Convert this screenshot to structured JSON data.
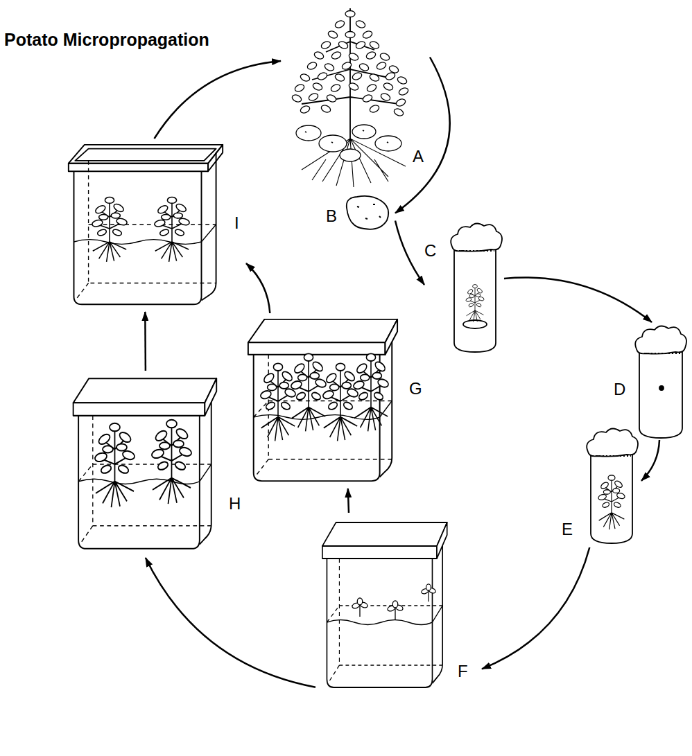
{
  "diagram": {
    "title": "Potato Micropropagation",
    "nodes": [
      {
        "text": [
          "A"
        ]
      },
      {
        "text": [
          "B"
        ]
      },
      {
        "text": [
          "C"
        ]
      },
      {
        "text": [
          "D"
        ]
      },
      {
        "text": [
          "E"
        ]
      },
      {
        "text": [
          "F"
        ]
      },
      {
        "text": [
          "G"
        ]
      },
      {
        "text": [
          "H"
        ]
      },
      {
        "text": [
          "I"
        ]
      }
    ],
    "edges": [
      {
        "from": 0,
        "to": 1,
        "arrow": "to"
      },
      {
        "from": 1,
        "to": 2,
        "arrow": "to"
      },
      {
        "from": 2,
        "to": 3,
        "arrow": "to"
      },
      {
        "from": 3,
        "to": 4,
        "arrow": "to"
      },
      {
        "from": 4,
        "to": 5,
        "arrow": "to"
      },
      {
        "from": 5,
        "to": 6,
        "arrow": "to"
      },
      {
        "from": 5,
        "to": 7,
        "arrow": "to"
      },
      {
        "from": 6,
        "to": 8,
        "arrow": "to"
      },
      {
        "from": 7,
        "to": 8,
        "arrow": "to"
      },
      {
        "from": 8,
        "to": 0,
        "arrow": "to"
      }
    ]
  }
}
